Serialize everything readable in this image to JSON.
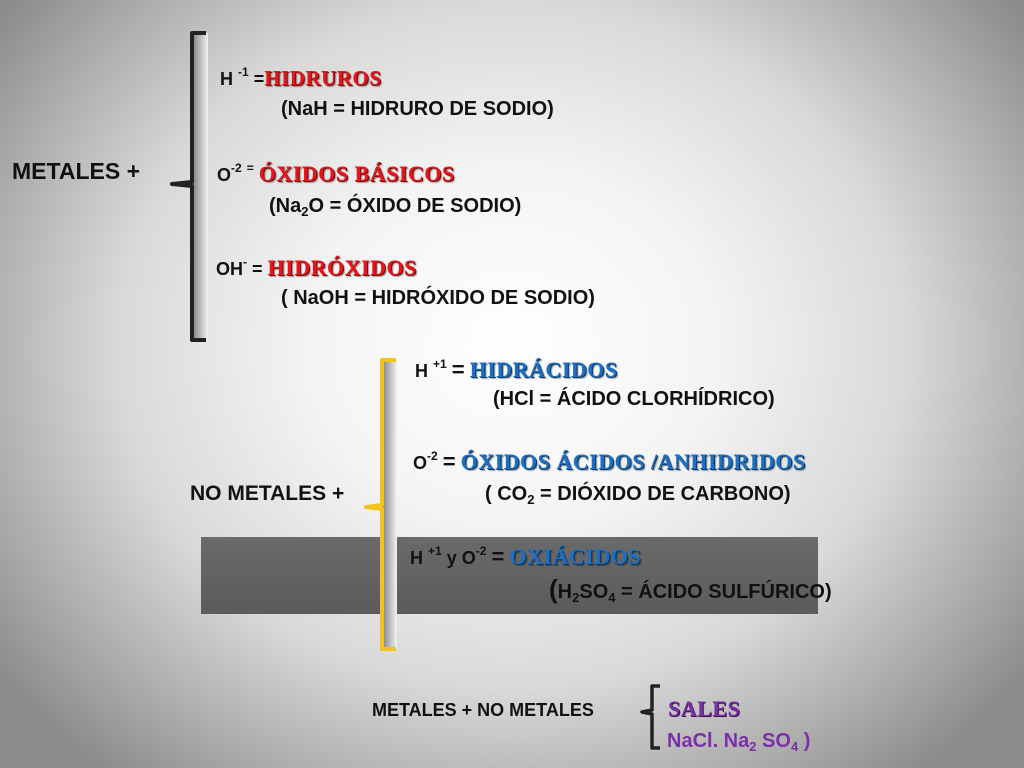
{
  "metales": {
    "label": "METALES +",
    "items": [
      {
        "ion_base": "H",
        "ion_charge": "-1",
        "eq": "=",
        "name": "HIDRUROS",
        "example": [
          "(NaH = HIDRURO DE  SODIO)"
        ]
      },
      {
        "ion_base": "O",
        "ion_charge": "-2",
        "eq": "=",
        "name": "ÓXIDOS BÁSICOS",
        "example": [
          "(Na",
          "2",
          "O = ÓXIDO DE   SODIO)"
        ]
      },
      {
        "ion_base": "OH",
        "ion_charge": "-",
        "eq": "=",
        "name": "HIDRÓXIDOS",
        "example": [
          "( NaOH = HIDRÓXIDO DE  SODIO)"
        ]
      }
    ]
  },
  "no_metales": {
    "label": "NO METALES +",
    "items": [
      {
        "ion_base": "H",
        "ion_charge": "+1",
        "eq": "=",
        "name": "HIDRÁCIDOS",
        "example": [
          "(HCl = ÁCIDO CLORHÍDRICO)"
        ]
      },
      {
        "ion_base": "O",
        "ion_charge": "-2",
        "eq": "=",
        "name": "ÓXIDOS ÁCIDOS /ANHIDRIDOS",
        "example": [
          "( CO",
          "2",
          "  = DIÓXIDO DE CARBONO)"
        ]
      },
      {
        "ion_base": "H",
        "ion_charge": "+1",
        "conj": "y",
        "ion2_base": "O",
        "ion2_charge": "-2",
        "eq": "=",
        "name": "OXIÁCIDOS",
        "example": [
          "(",
          "H",
          "2",
          "SO",
          "4",
          "  = ÁCIDO SULFÚRICO)"
        ]
      }
    ]
  },
  "sales": {
    "label": "METALES + NO METALES",
    "name": "SALES",
    "example": [
      "NaCl. Na",
      "2",
      " SO",
      "4",
      " )"
    ]
  },
  "colors": {
    "metales_bracket": "#222222",
    "no_metales_bracket": "#f2c419",
    "sales_bracket": "#222222",
    "red": "#e8161b",
    "blue": "#1d6fc4",
    "purple": "#7b2fa8",
    "gray_bar": "#5e5e5e"
  }
}
